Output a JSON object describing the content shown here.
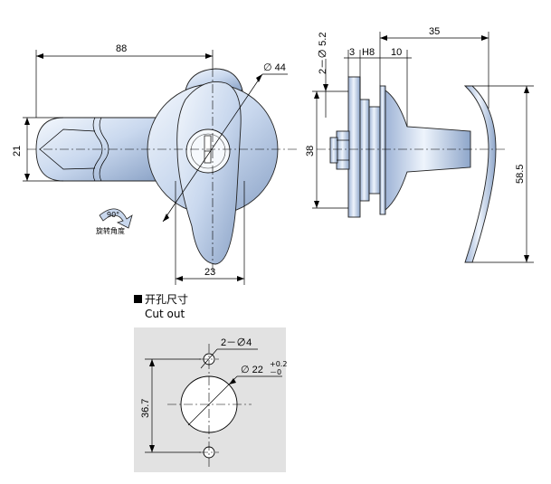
{
  "front_view": {
    "dim_width": "88",
    "dim_height": "21",
    "dim_diameter": "∅ 44",
    "dim_handle_width": "23",
    "rotation_label": "旋转角度",
    "rotation_angle": "90°"
  },
  "side_view": {
    "dim_holes": "2－∅ 5.2",
    "dim_3": "3",
    "dim_h8": "H8",
    "dim_10": "10",
    "dim_35": "35",
    "dim_38": "38",
    "dim_58_5": "58.5"
  },
  "cutout": {
    "title_cn": "开孔尺寸",
    "title_en": "Cut out",
    "dim_holes": "2－∅4",
    "dim_main": "∅ 22",
    "dim_tol_plus": "+0.2",
    "dim_tol_minus": "－0",
    "dim_height": "36.7"
  },
  "colors": {
    "metal_light": "#eaf1fb",
    "metal_mid": "#b9cbe6",
    "metal_dark": "#7f97bd",
    "cutout_bg": "#e2e2e2"
  }
}
